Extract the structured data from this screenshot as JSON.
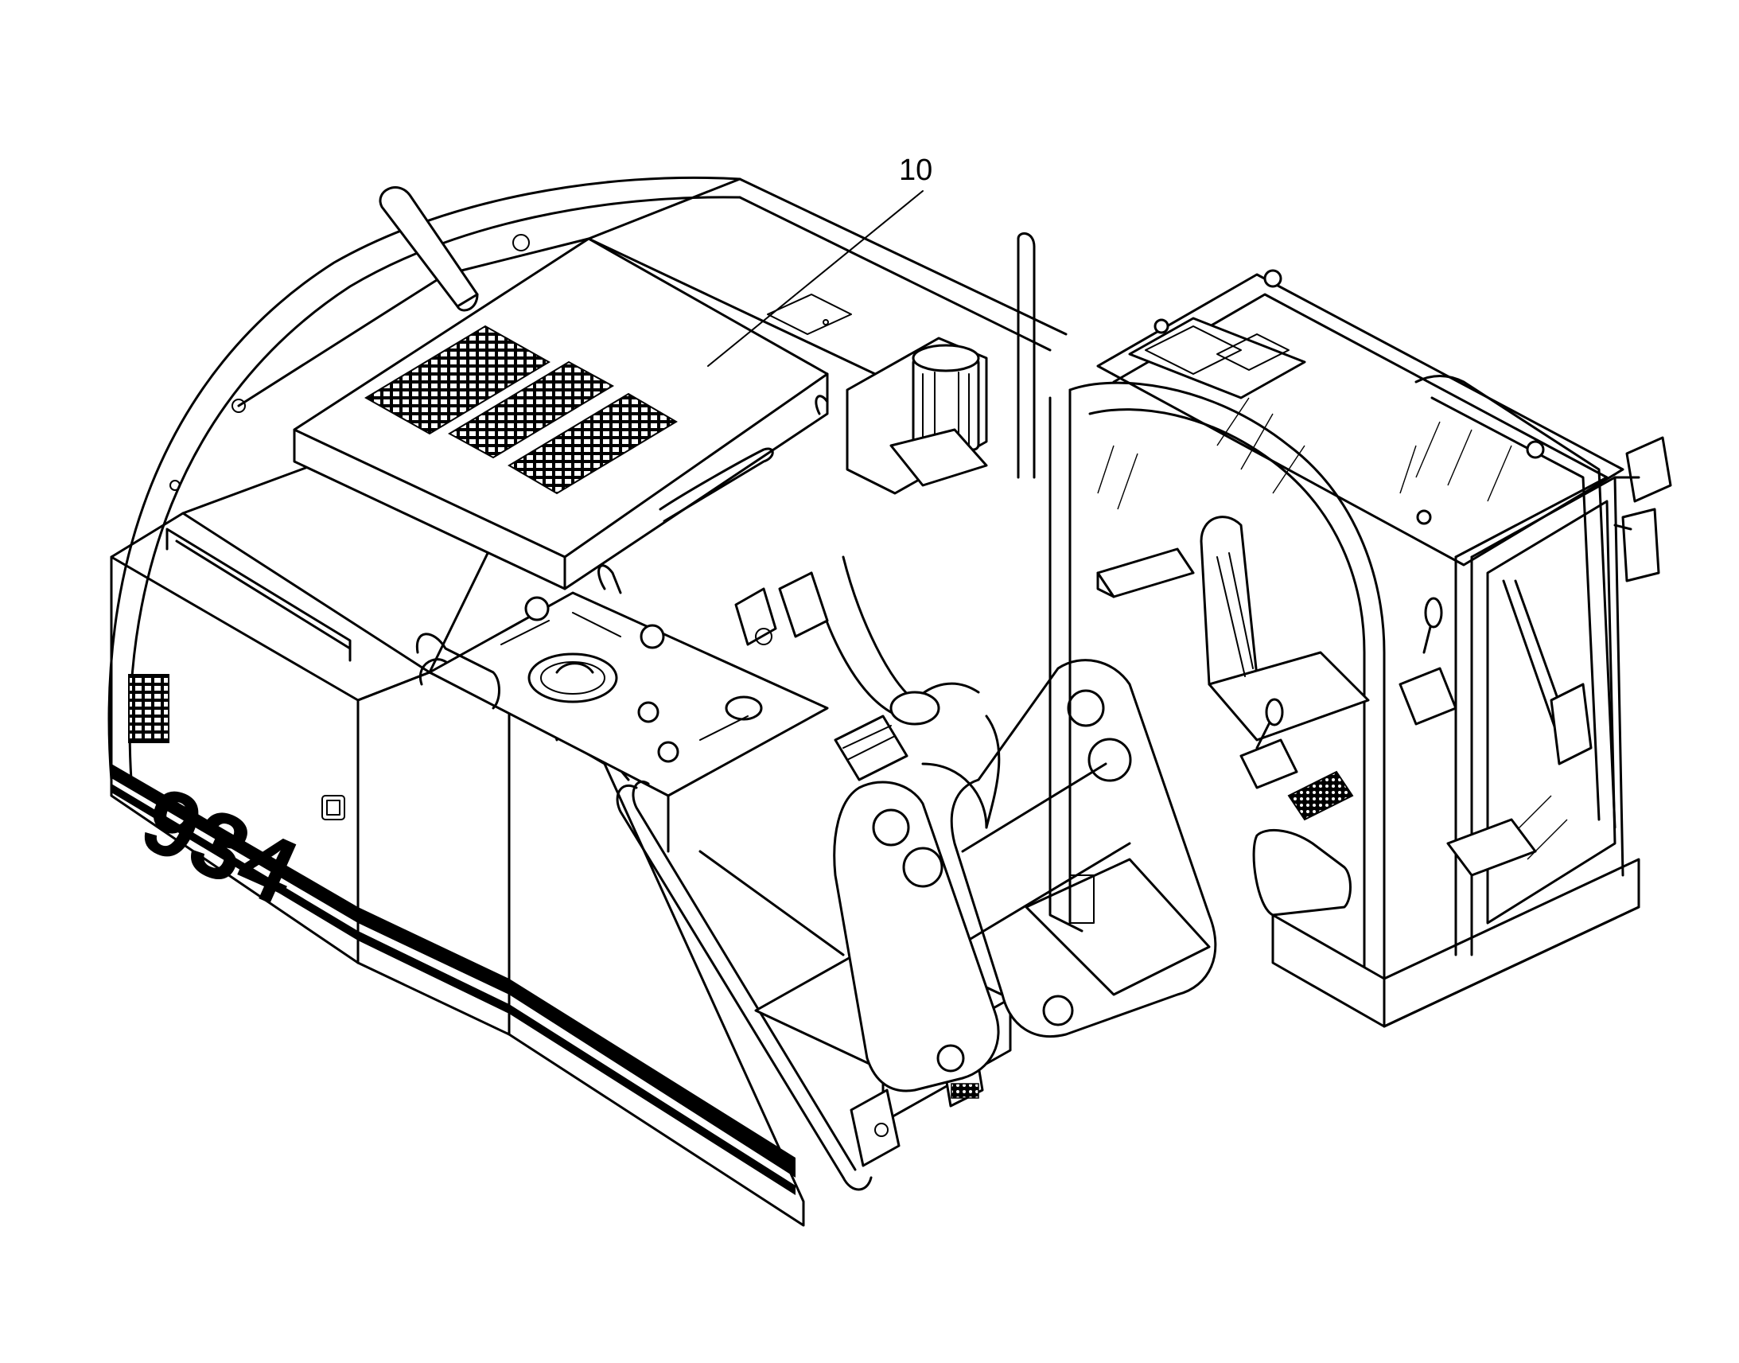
{
  "diagram": {
    "model_number": "934",
    "callouts": [
      {
        "id": "callout-10",
        "label": "10"
      }
    ]
  },
  "colors": {
    "line": "#000000",
    "background": "#ffffff"
  }
}
